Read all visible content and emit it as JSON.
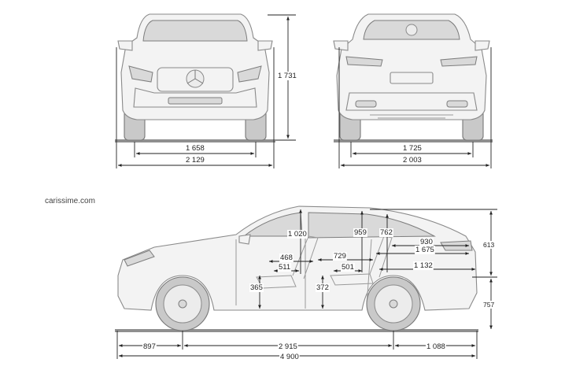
{
  "watermark": "carissime.com",
  "front_view": {
    "height_label": "1 731",
    "track_label": "1 658",
    "width_label": "2 129"
  },
  "rear_view": {
    "track_label": "1 725",
    "width_label": "2 003"
  },
  "side_view": {
    "front_headroom": "1 020",
    "rear_headroom": "959",
    "rear_headroom_b": "762",
    "trunk_length": "930",
    "rear_cabin_to_tail": "1 675",
    "cargo_length": "1 132",
    "front_seat_depth": "468",
    "front_seat_cushion": "511",
    "rear_legroom": "729",
    "rear_seat_cushion": "501",
    "front_seat_height": "365",
    "rear_seat_height": "372",
    "roof_to_window": "613",
    "rear_sill_height": "757",
    "front_overhang": "897",
    "wheelbase": "2 915",
    "rear_overhang": "1 088",
    "overall_length": "4 900"
  }
}
